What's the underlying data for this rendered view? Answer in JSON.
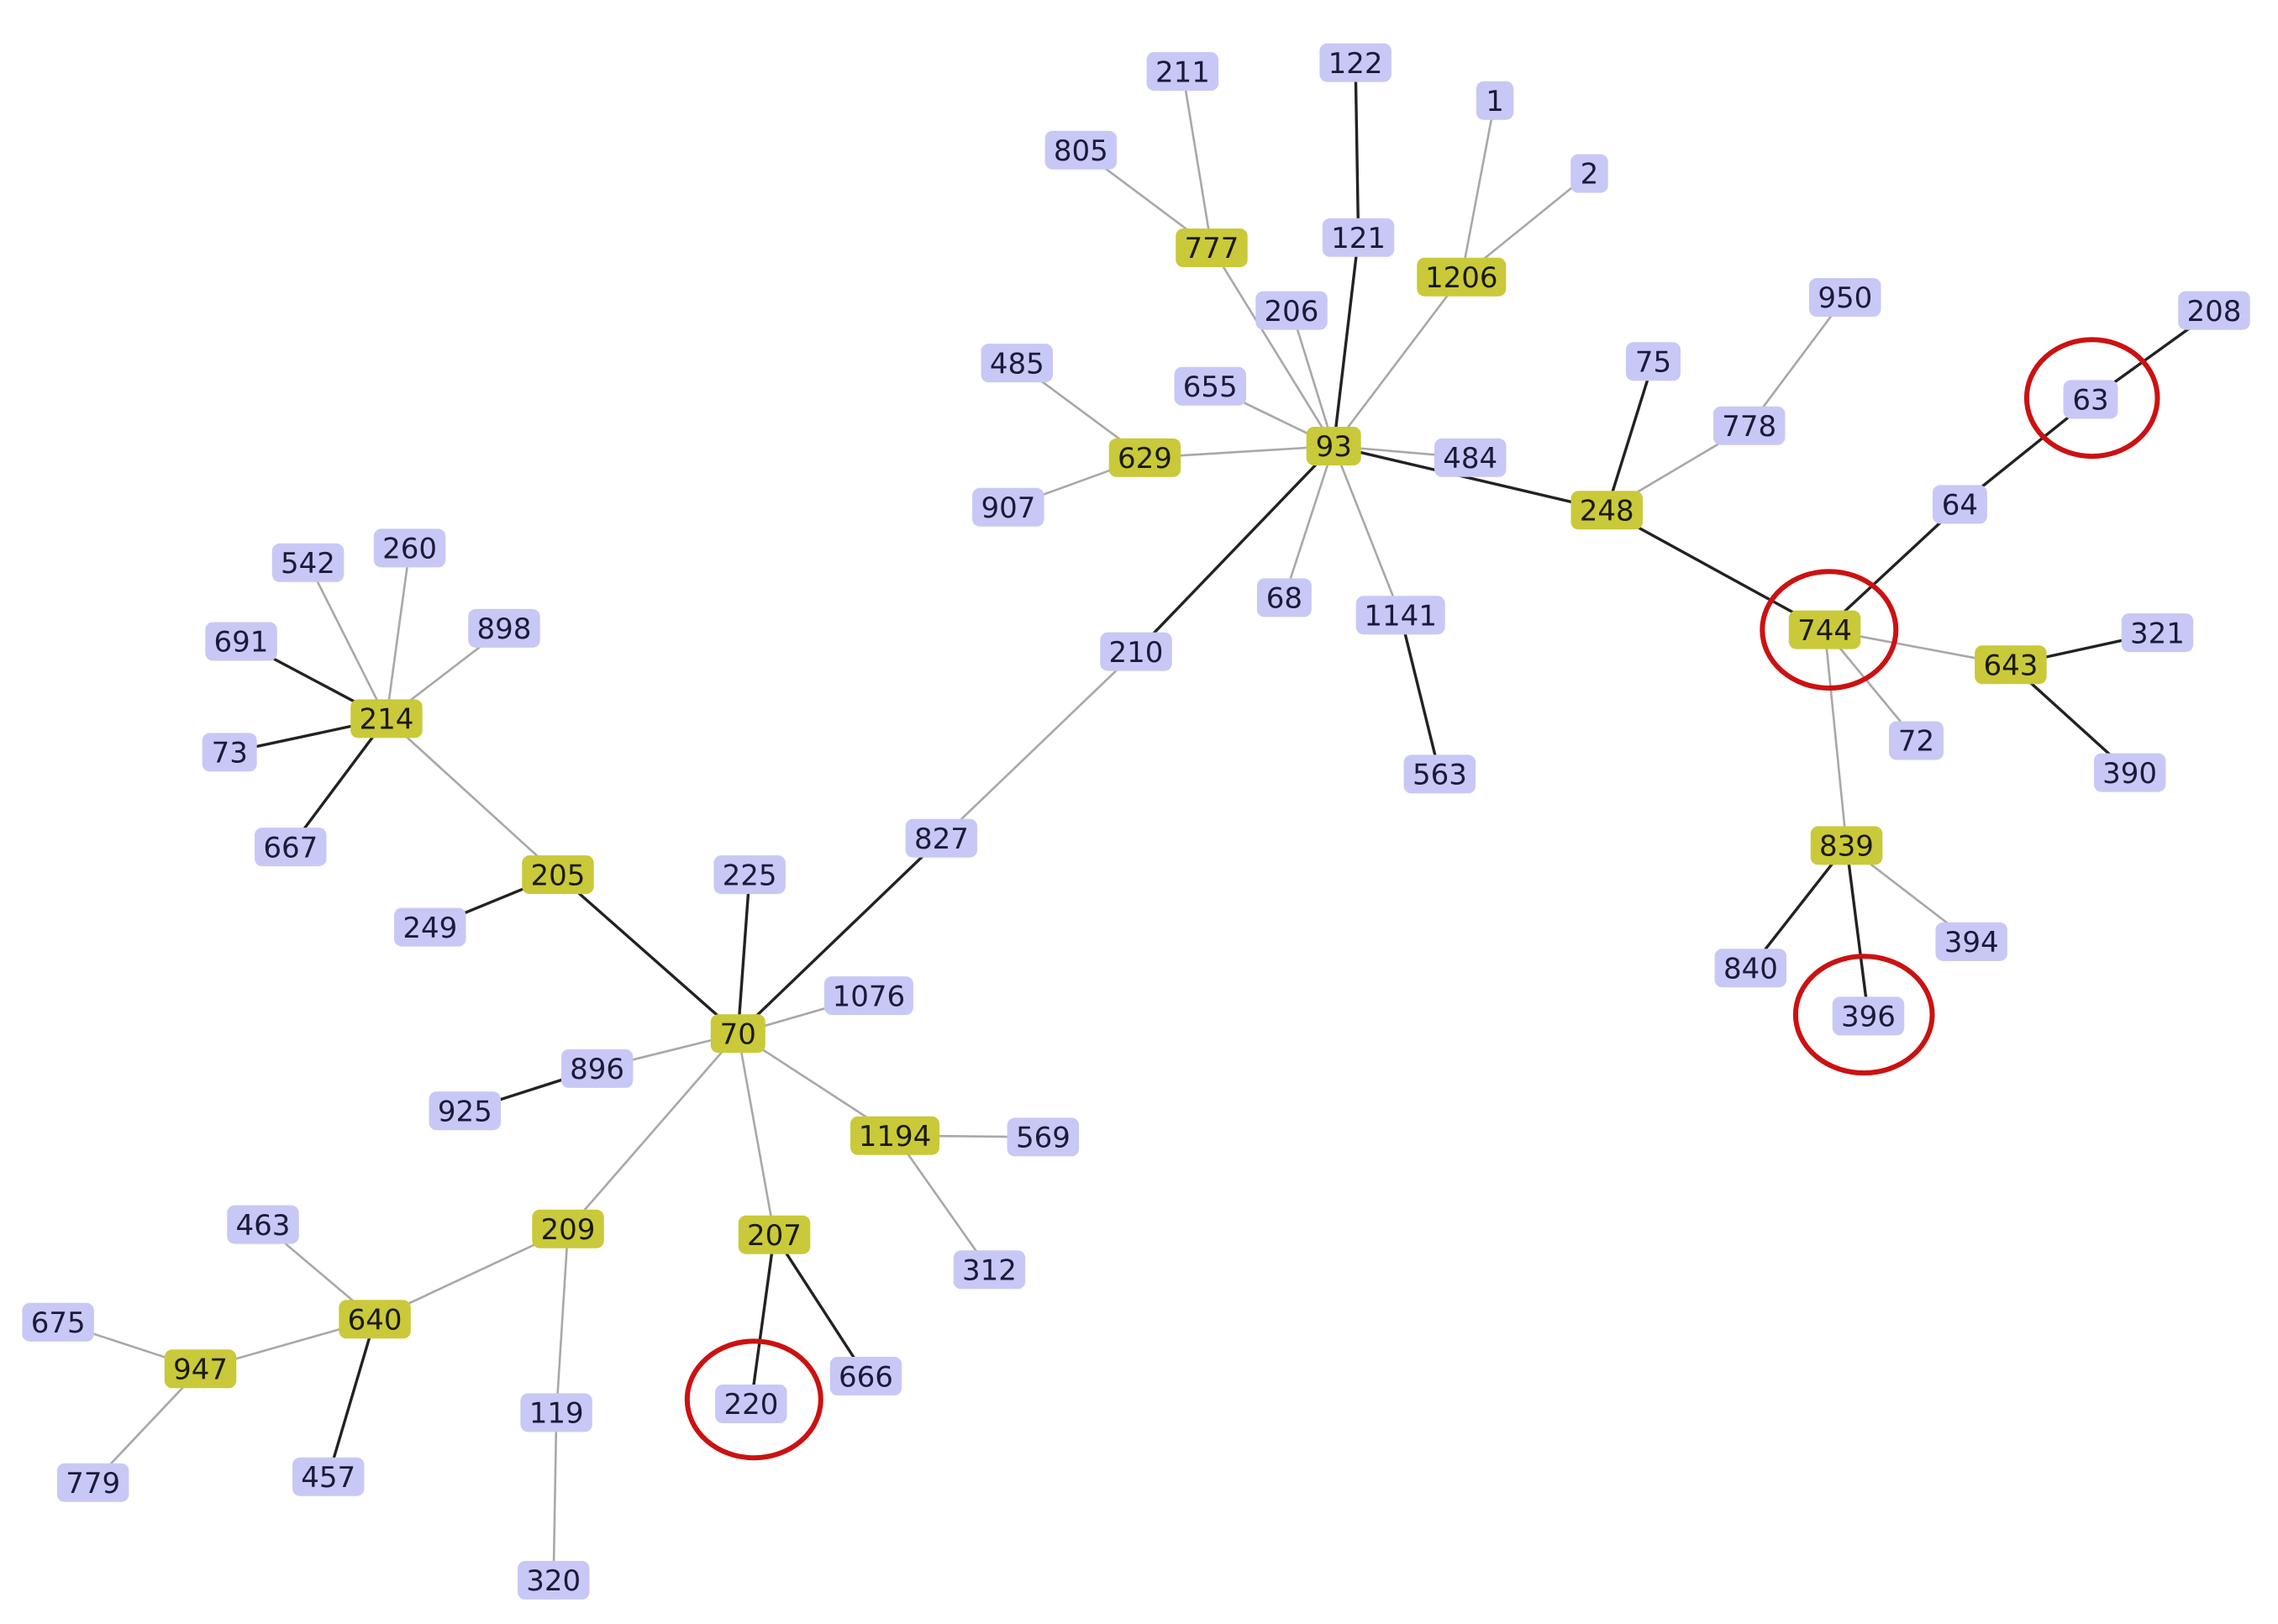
{
  "colors": {
    "background": "#ffffff",
    "hub_node_fill": "#c9c93a",
    "leaf_node_fill": "#c8c8f6",
    "edge_dark": "#222222",
    "edge_light": "#a8a8a8",
    "highlight_ring": "#cc1111"
  },
  "nodes": [
    {
      "id": "211",
      "type": "leaf"
    },
    {
      "id": "122",
      "type": "leaf"
    },
    {
      "id": "1",
      "type": "leaf"
    },
    {
      "id": "805",
      "type": "leaf"
    },
    {
      "id": "2",
      "type": "leaf"
    },
    {
      "id": "777",
      "type": "hub"
    },
    {
      "id": "121",
      "type": "leaf"
    },
    {
      "id": "1206",
      "type": "hub"
    },
    {
      "id": "206",
      "type": "leaf"
    },
    {
      "id": "950",
      "type": "leaf"
    },
    {
      "id": "208",
      "type": "leaf"
    },
    {
      "id": "485",
      "type": "leaf"
    },
    {
      "id": "75",
      "type": "leaf"
    },
    {
      "id": "655",
      "type": "leaf"
    },
    {
      "id": "63",
      "type": "leaf"
    },
    {
      "id": "778",
      "type": "leaf"
    },
    {
      "id": "629",
      "type": "hub"
    },
    {
      "id": "93",
      "type": "hub"
    },
    {
      "id": "484",
      "type": "leaf"
    },
    {
      "id": "907",
      "type": "leaf"
    },
    {
      "id": "248",
      "type": "hub"
    },
    {
      "id": "64",
      "type": "leaf"
    },
    {
      "id": "542",
      "type": "leaf"
    },
    {
      "id": "260",
      "type": "leaf"
    },
    {
      "id": "68",
      "type": "leaf"
    },
    {
      "id": "1141",
      "type": "leaf"
    },
    {
      "id": "898",
      "type": "leaf"
    },
    {
      "id": "744",
      "type": "hub"
    },
    {
      "id": "321",
      "type": "leaf"
    },
    {
      "id": "691",
      "type": "leaf"
    },
    {
      "id": "210",
      "type": "leaf"
    },
    {
      "id": "643",
      "type": "hub"
    },
    {
      "id": "214",
      "type": "hub"
    },
    {
      "id": "72",
      "type": "leaf"
    },
    {
      "id": "73",
      "type": "leaf"
    },
    {
      "id": "390",
      "type": "leaf"
    },
    {
      "id": "563",
      "type": "leaf"
    },
    {
      "id": "827",
      "type": "leaf"
    },
    {
      "id": "667",
      "type": "leaf"
    },
    {
      "id": "839",
      "type": "hub"
    },
    {
      "id": "205",
      "type": "hub"
    },
    {
      "id": "225",
      "type": "leaf"
    },
    {
      "id": "249",
      "type": "leaf"
    },
    {
      "id": "394",
      "type": "leaf"
    },
    {
      "id": "840",
      "type": "leaf"
    },
    {
      "id": "1076",
      "type": "leaf"
    },
    {
      "id": "396",
      "type": "leaf"
    },
    {
      "id": "70",
      "type": "hub"
    },
    {
      "id": "896",
      "type": "leaf"
    },
    {
      "id": "925",
      "type": "leaf"
    },
    {
      "id": "1194",
      "type": "hub"
    },
    {
      "id": "569",
      "type": "leaf"
    },
    {
      "id": "463",
      "type": "leaf"
    },
    {
      "id": "209",
      "type": "hub"
    },
    {
      "id": "207",
      "type": "hub"
    },
    {
      "id": "312",
      "type": "leaf"
    },
    {
      "id": "640",
      "type": "hub"
    },
    {
      "id": "675",
      "type": "leaf"
    },
    {
      "id": "947",
      "type": "hub"
    },
    {
      "id": "666",
      "type": "leaf"
    },
    {
      "id": "220",
      "type": "leaf"
    },
    {
      "id": "119",
      "type": "leaf"
    },
    {
      "id": "457",
      "type": "leaf"
    },
    {
      "id": "779",
      "type": "leaf"
    },
    {
      "id": "320",
      "type": "leaf"
    }
  ],
  "edges": [
    {
      "from": "211",
      "to": "777",
      "style": "light"
    },
    {
      "from": "805",
      "to": "777",
      "style": "light"
    },
    {
      "from": "777",
      "to": "93",
      "style": "light"
    },
    {
      "from": "122",
      "to": "121",
      "style": "dark"
    },
    {
      "from": "121",
      "to": "93",
      "style": "dark"
    },
    {
      "from": "1",
      "to": "1206",
      "style": "light"
    },
    {
      "from": "2",
      "to": "1206",
      "style": "light"
    },
    {
      "from": "1206",
      "to": "93",
      "style": "light"
    },
    {
      "from": "206",
      "to": "93",
      "style": "light"
    },
    {
      "from": "655",
      "to": "93",
      "style": "light"
    },
    {
      "from": "485",
      "to": "629",
      "style": "light"
    },
    {
      "from": "907",
      "to": "629",
      "style": "light"
    },
    {
      "from": "629",
      "to": "93",
      "style": "light"
    },
    {
      "from": "93",
      "to": "484",
      "style": "light"
    },
    {
      "from": "93",
      "to": "68",
      "style": "light"
    },
    {
      "from": "93",
      "to": "1141",
      "style": "light"
    },
    {
      "from": "1141",
      "to": "563",
      "style": "dark"
    },
    {
      "from": "93",
      "to": "248",
      "style": "dark"
    },
    {
      "from": "93",
      "to": "210",
      "style": "dark"
    },
    {
      "from": "75",
      "to": "248",
      "style": "dark"
    },
    {
      "from": "778",
      "to": "248",
      "style": "light"
    },
    {
      "from": "950",
      "to": "778",
      "style": "light"
    },
    {
      "from": "248",
      "to": "744",
      "style": "dark"
    },
    {
      "from": "208",
      "to": "63",
      "style": "dark"
    },
    {
      "from": "63",
      "to": "64",
      "style": "dark"
    },
    {
      "from": "64",
      "to": "744",
      "style": "dark"
    },
    {
      "from": "744",
      "to": "643",
      "style": "light"
    },
    {
      "from": "744",
      "to": "72",
      "style": "light"
    },
    {
      "from": "744",
      "to": "839",
      "style": "light"
    },
    {
      "from": "643",
      "to": "321",
      "style": "dark"
    },
    {
      "from": "643",
      "to": "390",
      "style": "dark"
    },
    {
      "from": "839",
      "to": "840",
      "style": "dark"
    },
    {
      "from": "839",
      "to": "396",
      "style": "dark"
    },
    {
      "from": "839",
      "to": "394",
      "style": "light"
    },
    {
      "from": "210",
      "to": "827",
      "style": "light"
    },
    {
      "from": "827",
      "to": "70",
      "style": "dark"
    },
    {
      "from": "542",
      "to": "214",
      "style": "light"
    },
    {
      "from": "260",
      "to": "214",
      "style": "light"
    },
    {
      "from": "898",
      "to": "214",
      "style": "light"
    },
    {
      "from": "691",
      "to": "214",
      "style": "dark"
    },
    {
      "from": "73",
      "to": "214",
      "style": "dark"
    },
    {
      "from": "667",
      "to": "214",
      "style": "dark"
    },
    {
      "from": "214",
      "to": "205",
      "style": "light"
    },
    {
      "from": "249",
      "to": "205",
      "style": "dark"
    },
    {
      "from": "205",
      "to": "70",
      "style": "dark"
    },
    {
      "from": "225",
      "to": "70",
      "style": "dark"
    },
    {
      "from": "1076",
      "to": "70",
      "style": "light"
    },
    {
      "from": "896",
      "to": "70",
      "style": "light"
    },
    {
      "from": "925",
      "to": "896",
      "style": "dark"
    },
    {
      "from": "70",
      "to": "1194",
      "style": "light"
    },
    {
      "from": "1194",
      "to": "569",
      "style": "light"
    },
    {
      "from": "1194",
      "to": "312",
      "style": "light"
    },
    {
      "from": "70",
      "to": "209",
      "style": "light"
    },
    {
      "from": "70",
      "to": "207",
      "style": "light"
    },
    {
      "from": "207",
      "to": "220",
      "style": "dark"
    },
    {
      "from": "207",
      "to": "666",
      "style": "dark"
    },
    {
      "from": "209",
      "to": "640",
      "style": "light"
    },
    {
      "from": "209",
      "to": "119",
      "style": "light"
    },
    {
      "from": "119",
      "to": "320",
      "style": "light"
    },
    {
      "from": "463",
      "to": "640",
      "style": "light"
    },
    {
      "from": "640",
      "to": "947",
      "style": "light"
    },
    {
      "from": "640",
      "to": "457",
      "style": "dark"
    },
    {
      "from": "675",
      "to": "947",
      "style": "light"
    },
    {
      "from": "947",
      "to": "779",
      "style": "light"
    }
  ],
  "highlighted": [
    "63",
    "744",
    "396",
    "220"
  ]
}
